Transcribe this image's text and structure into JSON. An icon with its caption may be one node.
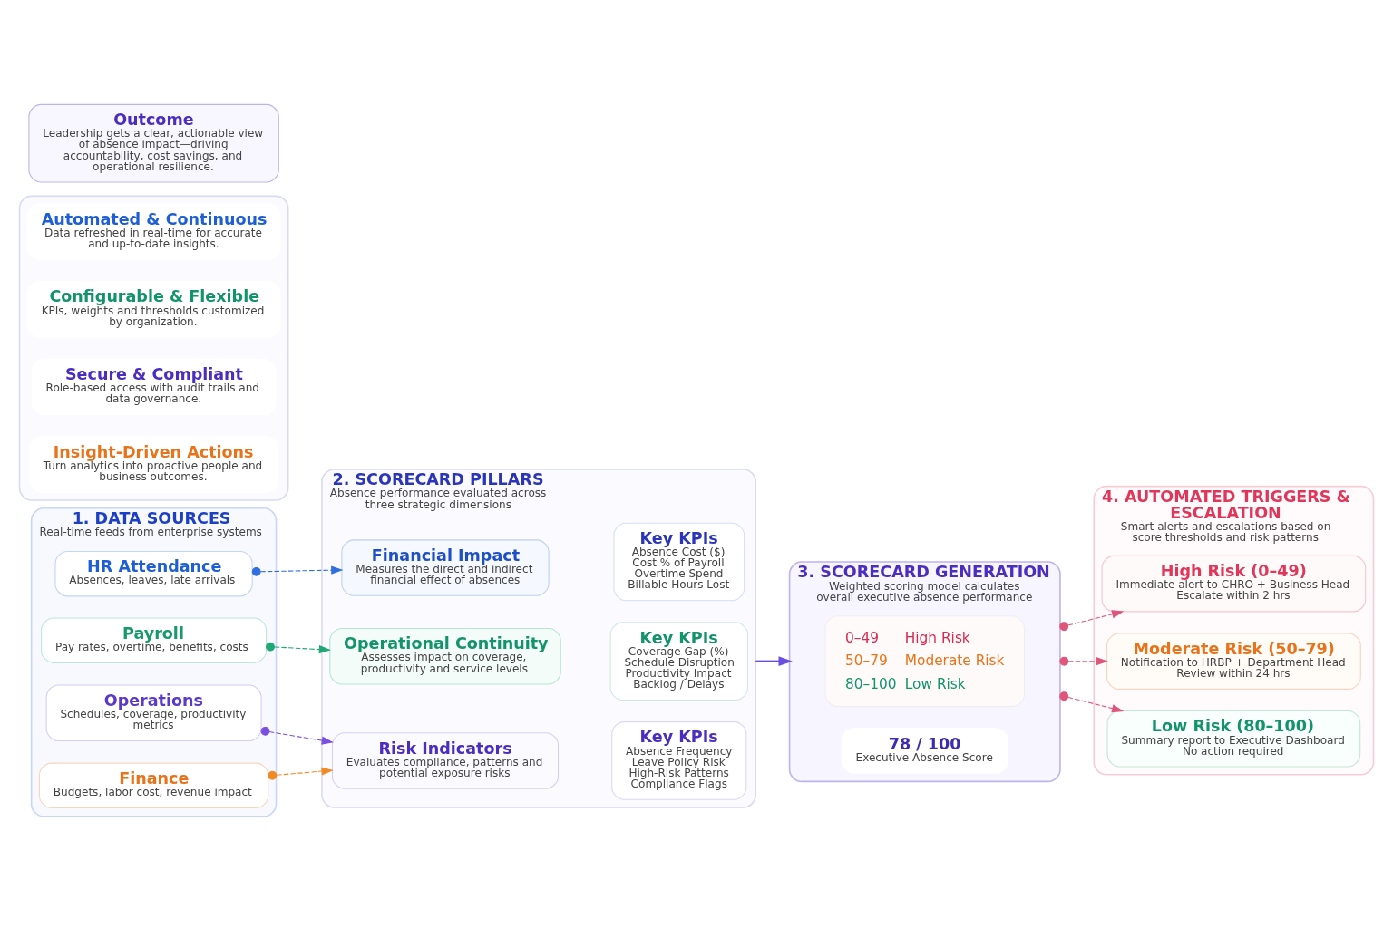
{
  "diagram": {
    "nodes": [
      {
        "text": [
          "1. DATA SOURCES",
          "Real-time feeds from enterprise systems"
        ]
      },
      {
        "text": [
          "HR Attendance",
          "Absences, leaves, late arrivals"
        ],
        "in": 0
      },
      {
        "text": [
          "Payroll",
          "Pay rates, overtime, benefits, costs"
        ],
        "in": 0
      },
      {
        "text": [
          "Operations",
          "Schedules, coverage, productivity metrics"
        ],
        "in": 0
      },
      {
        "text": [
          "Finance",
          "Budgets, labor cost, revenue impact"
        ],
        "in": 0
      },
      {
        "text": [
          "2. SCORECARD PILLARS",
          "Absence performance evaluated across three strategic dimensions"
        ]
      },
      {
        "text": [
          "Financial Impact",
          "Measures the direct and indirect financial effect of absences"
        ],
        "in": 5
      },
      {
        "text": [
          "Key KPIs",
          "Absence Cost ($)",
          "Cost % of Payroll",
          "Overtime Spend",
          "Billable Hours Lost"
        ],
        "in": 5
      },
      {
        "text": [
          "Operational Continuity",
          "Assesses impact on coverage, productivity and service levels"
        ],
        "in": 5
      },
      {
        "text": [
          "Key KPIs",
          "Coverage Gap (%)",
          "Schedule Disruption",
          "Productivity Impact",
          "Backlog / Delays"
        ],
        "in": 5
      },
      {
        "text": [
          "Risk Indicators",
          "Evaluates compliance, patterns and potential exposure risks"
        ],
        "in": 5
      },
      {
        "text": [
          "Key KPIs",
          "Absence Frequency",
          "Leave Policy Risk",
          "High-Risk Patterns",
          "Compliance Flags"
        ],
        "in": 5
      },
      {
        "text": [
          "3. SCORECARD GENERATION",
          "Weighted scoring model calculates overall executive absence performance"
        ]
      },
      {
        "text": [
          "78 / 100",
          "Executive Absence Score"
        ],
        "in": 12
      },
      {
        "text": [
          "0–49",
          "High Risk",
          "50–79",
          "Moderate Risk",
          "80–100",
          "Low Risk"
        ],
        "in": 12
      },
      {
        "text": [
          "4. AUTOMATED TRIGGERS & ESCALATION",
          "Smart alerts and escalations based on score thresholds and risk patterns"
        ]
      },
      {
        "text": [
          "High Risk (0–49)",
          "Immediate alert to CHRO + Business Head",
          "Escalate within 2 hrs"
        ],
        "in": 15
      },
      {
        "text": [
          "Moderate Risk (50–79)",
          "Notification to HRBP + Department Head",
          "Review within 24 hrs"
        ],
        "in": 15
      },
      {
        "text": [
          "Low Risk (80–100)",
          "Summary report to Executive Dashboard",
          "No action required"
        ],
        "in": 15
      },
      {
        "text": [],
        "shape": "box"
      },
      {
        "text": [
          "Automated & Continuous",
          "Data refreshed in real-time for accurate and up-to-date insights."
        ],
        "in": 19
      },
      {
        "text": [
          "Configurable & Flexible",
          "KPIs, weights and thresholds customized by organization."
        ],
        "in": 19
      },
      {
        "text": [
          "Secure & Compliant",
          "Role-based access with audit trails and data governance."
        ],
        "in": 19
      },
      {
        "text": [
          "Insight-Driven Actions",
          "Turn analytics into proactive people and business outcomes."
        ],
        "in": 19
      },
      {
        "text": [
          "Outcome",
          "Leadership gets a clear, actionable view of absence impact—driving accountability, cost savings, and operational resilience."
        ]
      }
    ],
    "edges": [
      {
        "from": 1,
        "to": 6,
        "arrow": "to",
        "style": "dashed",
        "color": "#2f6fe0"
      },
      {
        "from": 2,
        "to": 8,
        "arrow": "to",
        "style": "dashed",
        "color": "#1fa774"
      },
      {
        "from": 3,
        "to": 10,
        "arrow": "to",
        "style": "dashed",
        "color": "#7b4fe0"
      },
      {
        "from": 4,
        "to": 10,
        "arrow": "to",
        "style": "dashed",
        "color": "#f08a24"
      },
      {
        "from": 5,
        "to": 12,
        "arrow": "to",
        "color": "#6b4fe0"
      },
      {
        "from": 12,
        "to": 16,
        "arrow": "to",
        "style": "dashed",
        "color": "#e0557a"
      },
      {
        "from": 12,
        "to": 17,
        "arrow": "to",
        "style": "dashed",
        "color": "#e0557a"
      },
      {
        "from": 12,
        "to": 18,
        "arrow": "to",
        "style": "dashed",
        "color": "#e0557a"
      }
    ]
  }
}
